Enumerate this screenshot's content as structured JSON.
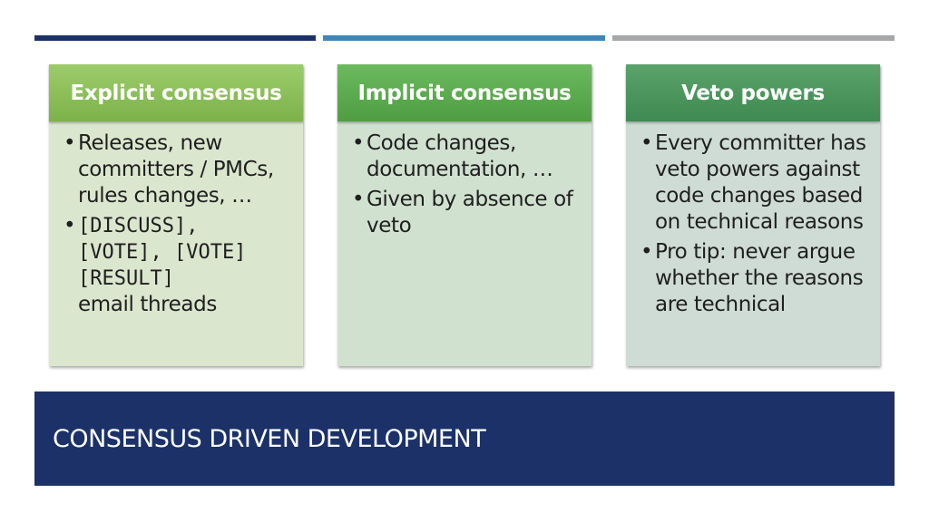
{
  "cards": [
    {
      "title": "Explicit consensus",
      "bullets": [
        "Releases, new committers / PMCs, rules changes, …",
        "[DISCUSS], [VOTE], [VOTE][RESULT]",
        "email threads"
      ]
    },
    {
      "title": "Implicit consensus",
      "bullets": [
        "Code changes, documentation, …",
        "Given by absence of veto"
      ]
    },
    {
      "title": "Veto powers",
      "bullets": [
        "Every committer has veto powers against code changes based on technical reasons",
        "Pro tip: never argue whether the reasons are technical"
      ]
    }
  ],
  "banner": {
    "title": "CONSENSUS DRIVEN DEVELOPMENT"
  },
  "colors": {
    "navy": "#1b3168",
    "blue": "#3f86b8",
    "gray": "#a5a7a9"
  }
}
